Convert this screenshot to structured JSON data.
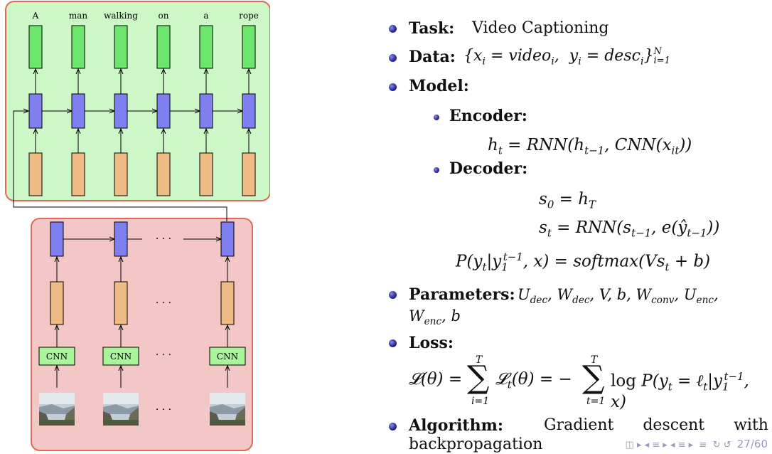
{
  "diagram": {
    "decoder_words": [
      "A",
      "man",
      "walking",
      "on",
      "a",
      "rope"
    ],
    "cnn_label": "CNN",
    "ellipsis": "· · ·",
    "colors": {
      "decoder_bg": "#cdf7c6",
      "decoder_border": "#e06a5a",
      "encoder_bg": "#f3c7c5",
      "encoder_border": "#e06a5a",
      "output_box": "#6ce66c",
      "hidden_box": "#7f7ff0",
      "input_box": "#f0bb85",
      "cnn_box": "#a8f59a"
    }
  },
  "content": {
    "task_label": "Task:",
    "task_value": "Video Captioning",
    "data_label": "Data:",
    "model_label": "Model:",
    "encoder_label": "Encoder:",
    "decoder_label": "Decoder:",
    "parameters_label": "Parameters:",
    "loss_label": "Loss:",
    "algorithm_label": "Algorithm:",
    "algorithm_value_1": "Gradient descent with",
    "algorithm_value_2": "backpropagation"
  },
  "footer": {
    "page": "27/60"
  }
}
